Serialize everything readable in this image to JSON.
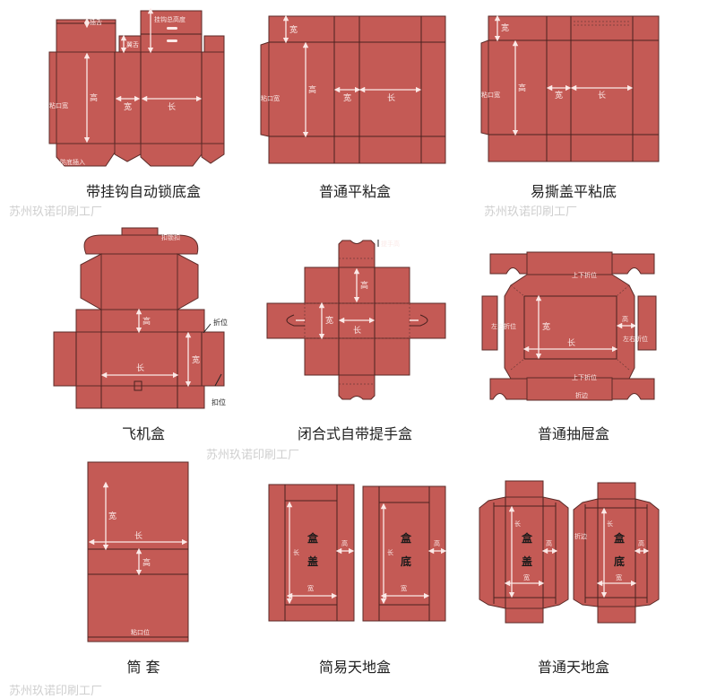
{
  "watermark": "苏州玖诺印刷工厂",
  "colors": {
    "board": "#c45a55",
    "crease": "#5b2b28",
    "dimension_text": "#fbe9e7"
  },
  "diagrams": [
    {
      "caption": "带挂钩自动锁底盒",
      "labels": {
        "tuck": "插舌",
        "wing": "翼舌",
        "hanger_height": "挂钩总高度",
        "height": "高",
        "width": "宽",
        "length": "长",
        "glue": "粘口宽",
        "bottom_insert": "防底插入"
      }
    },
    {
      "caption": "普通平粘盒",
      "labels": {
        "width_top": "宽",
        "height": "高",
        "width": "宽",
        "length": "长",
        "glue": "粘口宽"
      }
    },
    {
      "caption": "易撕盖平粘底",
      "labels": {
        "width_top": "宽",
        "height": "高",
        "width": "宽",
        "length": "长",
        "glue": "粘口宽"
      }
    },
    {
      "caption": "飞机盒",
      "labels": {
        "lock": "扣锁扣",
        "height": "高",
        "width": "宽",
        "length": "长",
        "fold": "折位",
        "buckle": "扣位"
      }
    },
    {
      "caption": "闭合式自带提手盒",
      "labels": {
        "handle_height": "提手高",
        "height": "高",
        "width": "宽",
        "length": "长"
      }
    },
    {
      "caption": "普通抽屉盒",
      "labels": {
        "fold_tb": "上下折位",
        "fold_lr": "左右折位",
        "height": "高",
        "width": "宽",
        "length": "长",
        "hem": "折边"
      }
    },
    {
      "caption": "筒 套",
      "labels": {
        "width": "宽",
        "length": "长",
        "height": "高",
        "glue": "粘口位"
      }
    },
    {
      "caption": "简易天地盒",
      "lid": {
        "title1": "盒",
        "title2": "盖",
        "length": "长",
        "width": "宽",
        "height": "高"
      },
      "base": {
        "title1": "盒",
        "title2": "底",
        "length": "长",
        "width": "宽",
        "height": "高"
      }
    },
    {
      "caption": "普通天地盒",
      "lid": {
        "title1": "盒",
        "title2": "盖",
        "length": "长",
        "width": "宽",
        "height": "高"
      },
      "base": {
        "title1": "盒",
        "title2": "底",
        "length": "长",
        "width": "宽",
        "height": "高",
        "fold": "折边"
      }
    }
  ]
}
